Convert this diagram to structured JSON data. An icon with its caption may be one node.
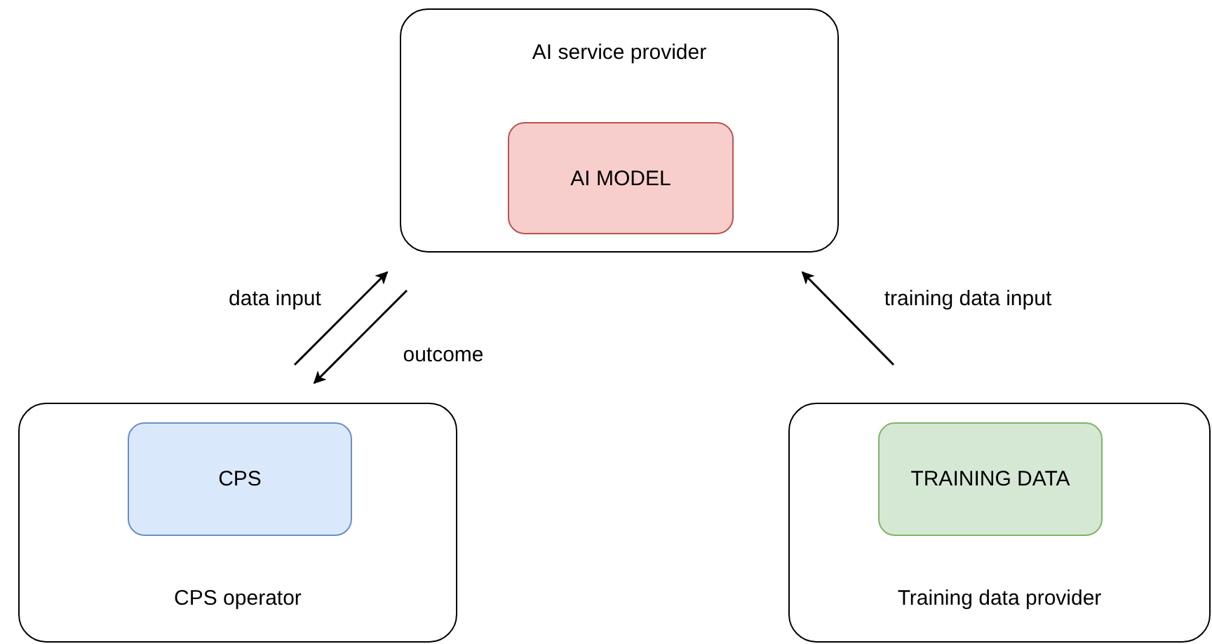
{
  "diagram": {
    "nodes": [
      {
        "text": [
          "AI service provider"
        ]
      },
      {
        "text": [
          "AI MODEL"
        ],
        "in": 0
      },
      {
        "text": [
          "CPS operator"
        ]
      },
      {
        "text": [
          "CPS"
        ],
        "in": 2
      },
      {
        "text": [
          "Training data provider"
        ]
      },
      {
        "text": [
          "TRAINING DATA"
        ],
        "in": 4
      }
    ],
    "edges": [
      {
        "from": 2,
        "to": 0,
        "arrow": "to",
        "label": "data input"
      },
      {
        "from": 0,
        "to": 2,
        "arrow": "to",
        "label": "outcome"
      },
      {
        "from": 4,
        "to": 0,
        "arrow": "to",
        "label": "training data input"
      }
    ]
  }
}
